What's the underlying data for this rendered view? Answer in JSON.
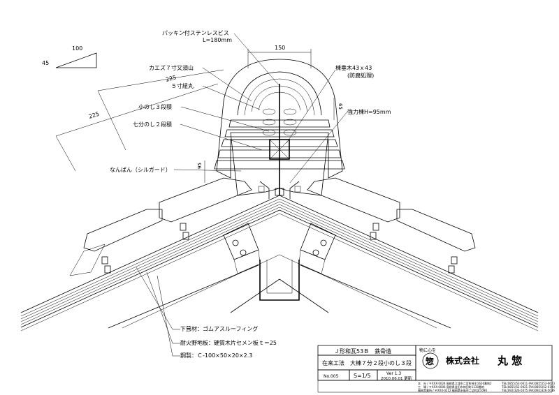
{
  "labels": {
    "screw": "パッキン付ステンレスビス",
    "screw_len": "L=180mm",
    "kaezu": "カエズ７寸又須山",
    "maru5": "５寸紐丸",
    "noshi3": "小のし３段積",
    "noshi2": "七分のし２段積",
    "nanban": "なんばん（シルガード）",
    "ridge_wood": "棟垂木43ｘ43",
    "ridge_wood_sub": "(防腐処理)",
    "strong_ridge": "強力棟H=95mm",
    "underlay": "下葺材：ゴムアスルーフィング",
    "fireboard": "耐火野地板：硬質木片セメン板ｔ＝25",
    "steel": "鋼製：Ｃ-100×50×20×2.3"
  },
  "dimensions": {
    "top_width": "150",
    "side_65": "65",
    "side_95": "95",
    "slope_225_a": "225",
    "slope_225_b": "225",
    "pitch_run": "100",
    "pitch_rise": "45"
  },
  "title_block": {
    "row1": "Ｊ形和瓦53Ｂ　鉄骨造",
    "row2": "在来工法　大棟７分２段小のし３段",
    "doc_no": "No.005",
    "scale": "S=1/5",
    "version": "Ver 1.3",
    "date": "2010.06.01 更新",
    "company_tag": "物に心を",
    "company_prefix": "株式会社",
    "company_name": "丸 惣",
    "logo_char": "惣",
    "addr1": "本　社 / 〒XXX-0024 島根県江津市二宮町神主1626番地2",
    "addr2": "工　場 / 〒XXX-0006 島根県益田市神田町1130番地",
    "addr3": "福岡営業所 / 〒XXX-0212 福岡県糸島市二丈町武1090",
    "tel1": "TEL(0855)53-0611 FAX(0855)53-0623",
    "tel2": "TEL(0855)52-0021 FAX(0855)52-0100",
    "tel3": "TEL(092)326-5075 FAX(092)326-5036"
  }
}
